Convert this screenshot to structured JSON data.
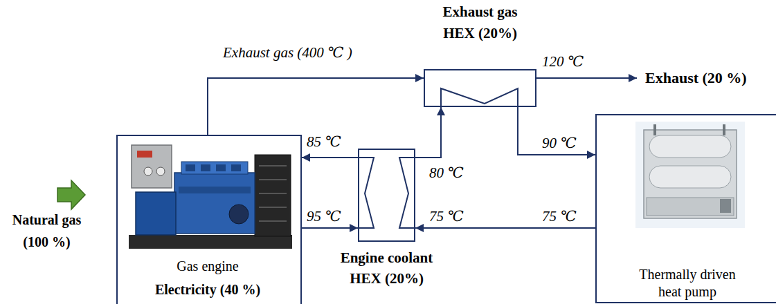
{
  "diagram": {
    "nodes": [
      {
        "text": [
          "Gas engine",
          "Electricity (40 %)"
        ]
      },
      {
        "text": [
          "Exhaust gas HEX (20%)"
        ]
      },
      {
        "text": [
          "Engine coolant HEX (20%)"
        ]
      },
      {
        "text": [
          "Thermally driven heat pump"
        ]
      }
    ],
    "edges": [
      {
        "from": 0,
        "to": 1,
        "arrow": "to",
        "label": "Exhaust gas (400 ℃ )"
      },
      {
        "from": 0,
        "to": 2,
        "arrow": "to"
      },
      {
        "from": 2,
        "to": 0,
        "arrow": "to"
      },
      {
        "from": 2,
        "to": 1,
        "arrow": "to"
      },
      {
        "from": 1,
        "to": 3,
        "arrow": "to"
      },
      {
        "from": 3,
        "to": 2,
        "arrow": "to"
      }
    ],
    "labels": [
      "Natural gas (100 %)",
      "120 ℃",
      "Exhaust (20 %)",
      "85 ℃",
      "80 ℃",
      "90 ℃",
      "95 ℃",
      "75 ℃",
      "75 ℃"
    ]
  }
}
